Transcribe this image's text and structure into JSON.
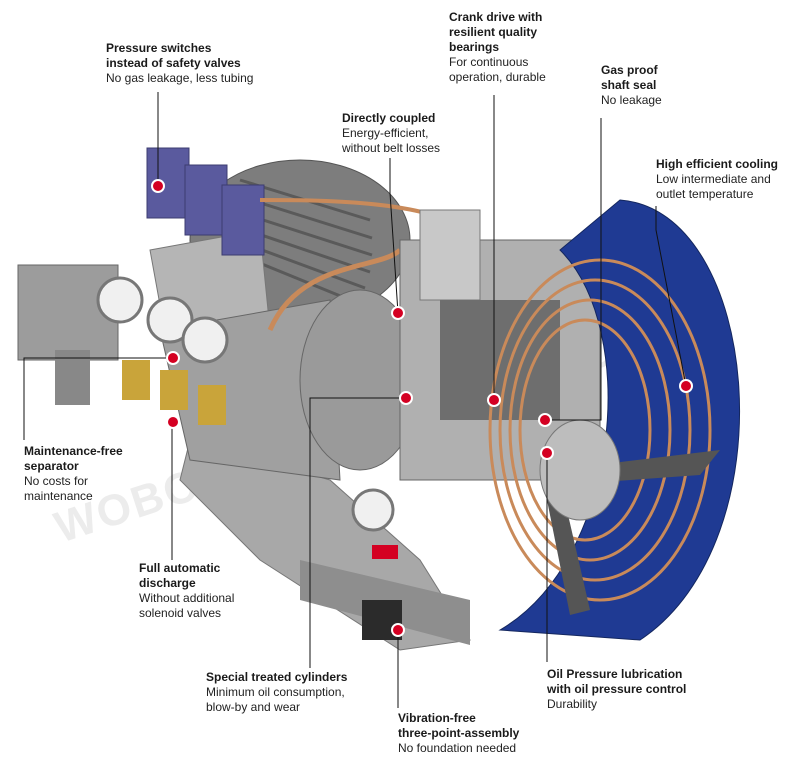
{
  "watermark": "WOBO Industrial Group Corp.",
  "colors": {
    "fan_blue": "#1f3a93",
    "switch_purple": "#5a5a9e",
    "brass": "#c9a43a",
    "copper": "#c98a5a",
    "marker_red": "#d40022",
    "metal": "#9a9a9a"
  },
  "callouts": {
    "pressure_switches": {
      "title": "Pressure switches\ninstead of safety valves",
      "desc": "No gas leakage, less tubing"
    },
    "crank_drive": {
      "title": "Crank drive with\nresilient quality\nbearings",
      "desc": "For continuous\noperation, durable"
    },
    "gas_proof": {
      "title": "Gas proof\nshaft seal",
      "desc": "No leakage"
    },
    "directly_coupled": {
      "title": "Directly coupled",
      "desc": "Energy-efficient,\nwithout belt losses"
    },
    "high_efficient_cooling": {
      "title": "High efficient cooling",
      "desc": "Low intermediate and\noutlet temperature"
    },
    "maintenance_free": {
      "title": "Maintenance-free\nseparator",
      "desc": "No costs for\nmaintenance"
    },
    "full_automatic": {
      "title": "Full automatic\ndischarge",
      "desc": "Without additional\nsolenoid valves"
    },
    "special_treated": {
      "title": "Special treated cylinders",
      "desc": "Minimum oil consumption,\nblow-by and wear"
    },
    "vibration_free": {
      "title": "Vibration-free\nthree-point-assembly",
      "desc": "No foundation needed"
    },
    "oil_pressure": {
      "title": "Oil Pressure lubrication\nwith oil pressure control",
      "desc": "Durability"
    }
  }
}
